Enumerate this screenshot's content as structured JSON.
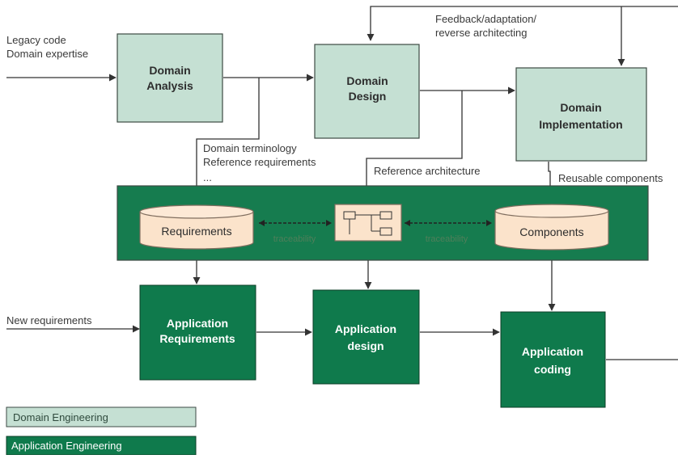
{
  "inputs": {
    "legacy_line1": "Legacy code",
    "legacy_line2": "Domain expertise",
    "new_requirements": "New requirements"
  },
  "feedback": {
    "line1": "Feedback/adaptation/",
    "line2": "reverse  architecting"
  },
  "domain_boxes": {
    "analysis": [
      "Domain",
      "Analysis"
    ],
    "design": [
      "Domain",
      "Design"
    ],
    "implementation": [
      "Domain",
      "Implementation"
    ]
  },
  "annotations": {
    "terminology": "Domain terminology",
    "reference_requirements": "Reference requirements",
    "ellipsis": "...",
    "reference_architecture": "Reference architecture",
    "reusable_components": "Reusable components"
  },
  "repository": {
    "requirements": "Requirements",
    "components": "Components",
    "link_left": "traceability",
    "link_right": "traceability"
  },
  "application_boxes": {
    "requirements": [
      "Application",
      "Requirements"
    ],
    "design": [
      "Application",
      "design"
    ],
    "coding": [
      "Application",
      "coding"
    ]
  },
  "legend": {
    "domain": "Domain Engineering",
    "application": "Application Engineering"
  },
  "colors": {
    "domain_fill": "#c5e0d3",
    "domain_border": "#3d4a44",
    "application_fill": "#0f7a4c",
    "repository_fill": "#167c4f",
    "cylinder_fill": "#fbe3cb",
    "cylinder_border": "#806e5f"
  }
}
